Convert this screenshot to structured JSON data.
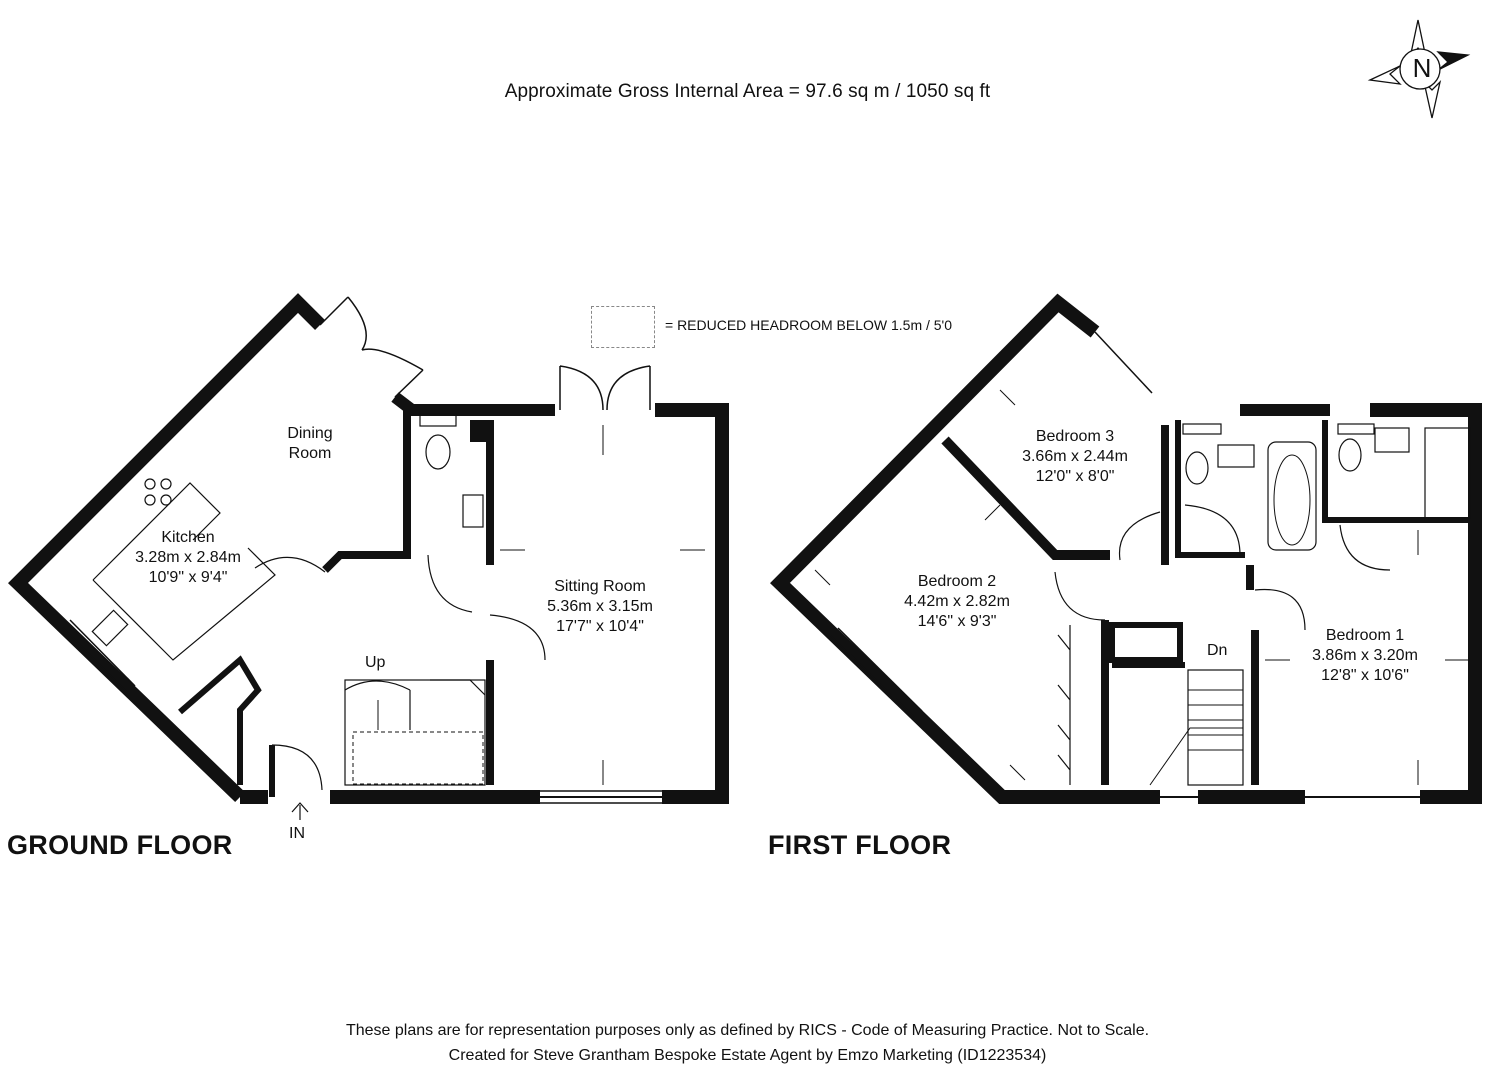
{
  "header": {
    "area": "Approximate Gross Internal Area = 97.6 sq m / 1050 sq ft"
  },
  "legend": {
    "text": "= REDUCED HEADROOM BELOW 1.5m / 5'0"
  },
  "compass": {
    "letter": "N",
    "icon": "compass-rose-icon"
  },
  "ground_floor": {
    "label": "GROUND FLOOR",
    "entrance": "IN",
    "stairs": "Up",
    "rooms": [
      {
        "name": "Dining",
        "name2": "Room"
      },
      {
        "name": "Kitchen",
        "metric": "3.28m x 2.84m",
        "imperial": "10'9\" x 9'4\""
      },
      {
        "name": "Sitting Room",
        "metric": "5.36m x 3.15m",
        "imperial": "17'7\" x 10'4\""
      }
    ]
  },
  "first_floor": {
    "label": "FIRST FLOOR",
    "stairs": "Dn",
    "rooms": [
      {
        "name": "Bedroom 3",
        "metric": "3.66m x 2.44m",
        "imperial": "12'0\" x 8'0\""
      },
      {
        "name": "Bedroom 2",
        "metric": "4.42m x 2.82m",
        "imperial": "14'6\" x 9'3\""
      },
      {
        "name": "Bedroom 1",
        "metric": "3.86m x 3.20m",
        "imperial": "12'8\" x 10'6\""
      }
    ]
  },
  "footer": {
    "line1": "These plans are for representation purposes only as defined by RICS - Code of Measuring Practice. Not to Scale.",
    "line2": "Created for Steve Grantham Bespoke Estate Agent by Emzo Marketing (ID1223534)"
  }
}
